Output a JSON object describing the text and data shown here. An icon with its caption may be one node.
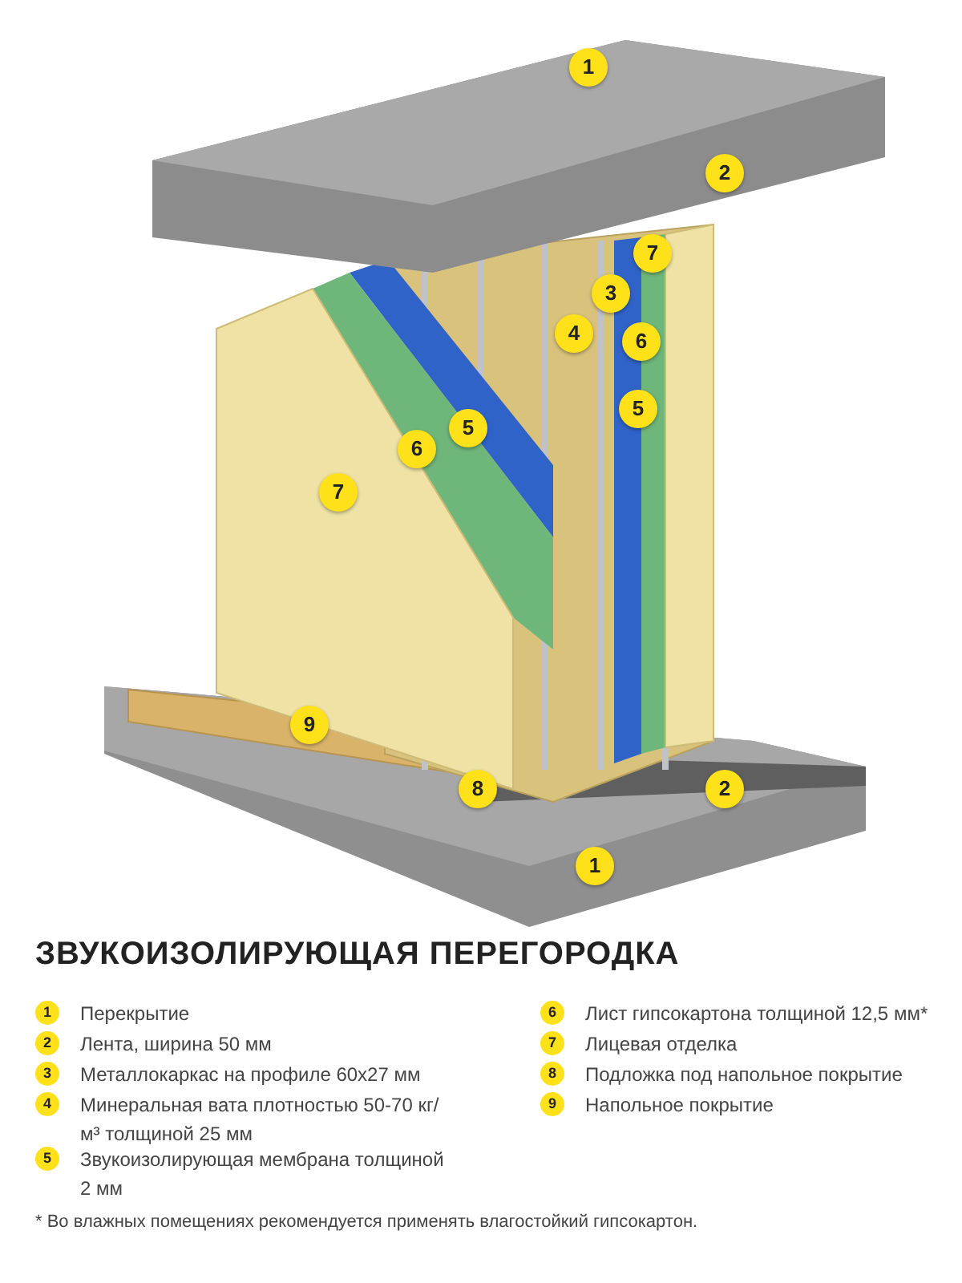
{
  "diagram": {
    "title": "ЗВУКОИЗОЛИРУЮЩАЯ ПЕРЕГОРОДКА",
    "labels": [
      "1",
      "2",
      "7",
      "3",
      "4",
      "6",
      "5",
      "5",
      "6",
      "7",
      "9",
      "8",
      "2",
      "1",
      "1",
      "Перекрытие",
      "2",
      "Лента, ширина 50 мм",
      "3",
      "Металлокаркас на профиле 60x27 мм",
      "4",
      "Минеральная вата плотностью 50-70 кг/м³ толщиной 25 мм",
      "5",
      "Звукоизолирующая мембрана толщиной 2 мм",
      "6",
      "Лист гипсокартона толщиной 12,5 мм*",
      "7",
      "Лицевая отделка",
      "8",
      "Подложка под напольное покрытие",
      "9",
      "Напольное покрытие",
      "* Во влажных помещениях рекомендуется применять влагостойкий гипсокартон."
    ]
  }
}
